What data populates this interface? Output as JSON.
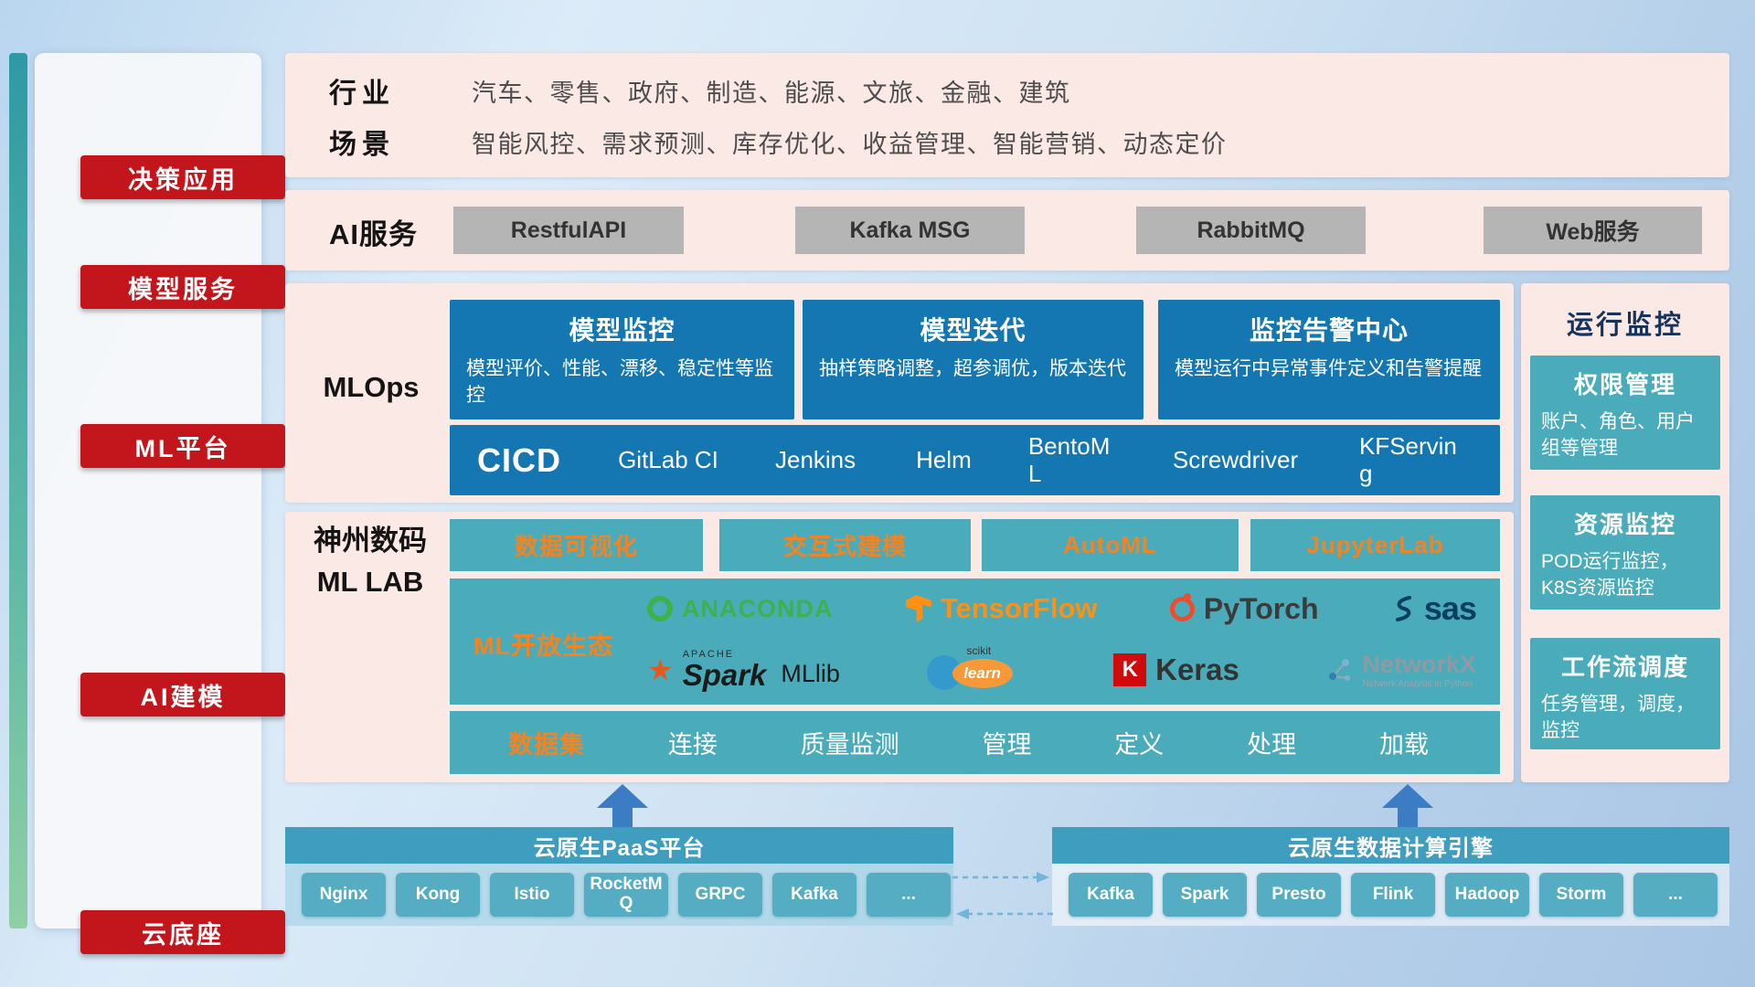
{
  "colors": {
    "badge_red": "#c3161c",
    "panel_pink": "#fbe9e5",
    "card_blue": "#1477b2",
    "teal": "#4aacbb",
    "orange": "#f5831f",
    "bar_teal": "#3f9ec0",
    "chip_teal": "#54adc2",
    "arrow_blue": "#3c7cc4",
    "gray_button": "#b5b5b5"
  },
  "sidebar": {
    "items": [
      {
        "label": "决策应用"
      },
      {
        "label": "模型服务"
      },
      {
        "label": "ML平台"
      },
      {
        "label": "AI建模"
      },
      {
        "label": "云底座"
      }
    ]
  },
  "application_row": {
    "industry_label": "行业",
    "industry_value": "汽车、零售、政府、制造、能源、文旅、金融、建筑",
    "scene_label": "场景",
    "scene_value": "智能风控、需求预测、库存优化、收益管理、智能营销、动态定价"
  },
  "service_row": {
    "label": "AI服务",
    "buttons": [
      {
        "label": "RestfulAPI"
      },
      {
        "label": "Kafka MSG"
      },
      {
        "label": "RabbitMQ"
      },
      {
        "label": "Web服务"
      }
    ]
  },
  "mlops": {
    "label": "MLOps",
    "cards": [
      {
        "title": "模型监控",
        "desc": "模型评价、性能、漂移、稳定性等监控"
      },
      {
        "title": "模型迭代",
        "desc": "抽样策略调整，超参调优，版本迭代"
      },
      {
        "title": "监控告警中心",
        "desc": "模型运行中异常事件定义和告警提醒"
      }
    ],
    "cicd": {
      "label": "CICD",
      "items": [
        {
          "label": "GitLab CI"
        },
        {
          "label": "Jenkins"
        },
        {
          "label": "Helm"
        },
        {
          "label": "BentoML"
        },
        {
          "label": "Screwdriver"
        },
        {
          "label": "KFServing"
        }
      ]
    }
  },
  "monitoring": {
    "title": "运行监控",
    "cards": [
      {
        "title": "权限管理",
        "desc": "账户、角色、用户组等管理"
      },
      {
        "title": "资源监控",
        "desc": "POD运行监控，K8S资源监控"
      },
      {
        "title": "工作流调度",
        "desc": "任务管理，调度，监控"
      }
    ]
  },
  "mllab": {
    "label_line1": "神州数码",
    "label_line2": "ML LAB",
    "tools": [
      {
        "label": "数据可视化"
      },
      {
        "label": "交互式建模"
      },
      {
        "label": "AutoML"
      },
      {
        "label": "JupyterLab"
      }
    ],
    "ecosystem": {
      "label": "ML开放生态",
      "logos": [
        {
          "name": "anaconda",
          "text": "ANACONDA"
        },
        {
          "name": "tensorflow",
          "text": "TensorFlow"
        },
        {
          "name": "pytorch",
          "text": "PyTorch"
        },
        {
          "name": "sas",
          "text": "sas"
        },
        {
          "name": "spark",
          "sub": "APACHE",
          "text": "Spark",
          "extra": "MLlib"
        },
        {
          "name": "scikit-learn",
          "sub": "scikit",
          "text": "learn"
        },
        {
          "name": "keras",
          "icon_letter": "K",
          "text": "Keras"
        },
        {
          "name": "networkx",
          "text": "NetworkX",
          "sub": "Network Analysis in Python"
        }
      ]
    },
    "dataset": {
      "label": "数据集",
      "items": [
        {
          "label": "连接"
        },
        {
          "label": "质量监测"
        },
        {
          "label": "管理"
        },
        {
          "label": "定义"
        },
        {
          "label": "处理"
        },
        {
          "label": "加载"
        }
      ]
    }
  },
  "cloud": {
    "paas": {
      "title": "云原生PaaS平台",
      "chips": [
        {
          "label": "Nginx"
        },
        {
          "label": "Kong"
        },
        {
          "label": "Istio"
        },
        {
          "label": "RocketMQ"
        },
        {
          "label": "GRPC"
        },
        {
          "label": "Kafka"
        },
        {
          "label": "..."
        }
      ]
    },
    "engine": {
      "title": "云原生数据计算引擎",
      "chips": [
        {
          "label": "Kafka"
        },
        {
          "label": "Spark"
        },
        {
          "label": "Presto"
        },
        {
          "label": "Flink"
        },
        {
          "label": "Hadoop"
        },
        {
          "label": "Storm"
        },
        {
          "label": "..."
        }
      ]
    }
  }
}
